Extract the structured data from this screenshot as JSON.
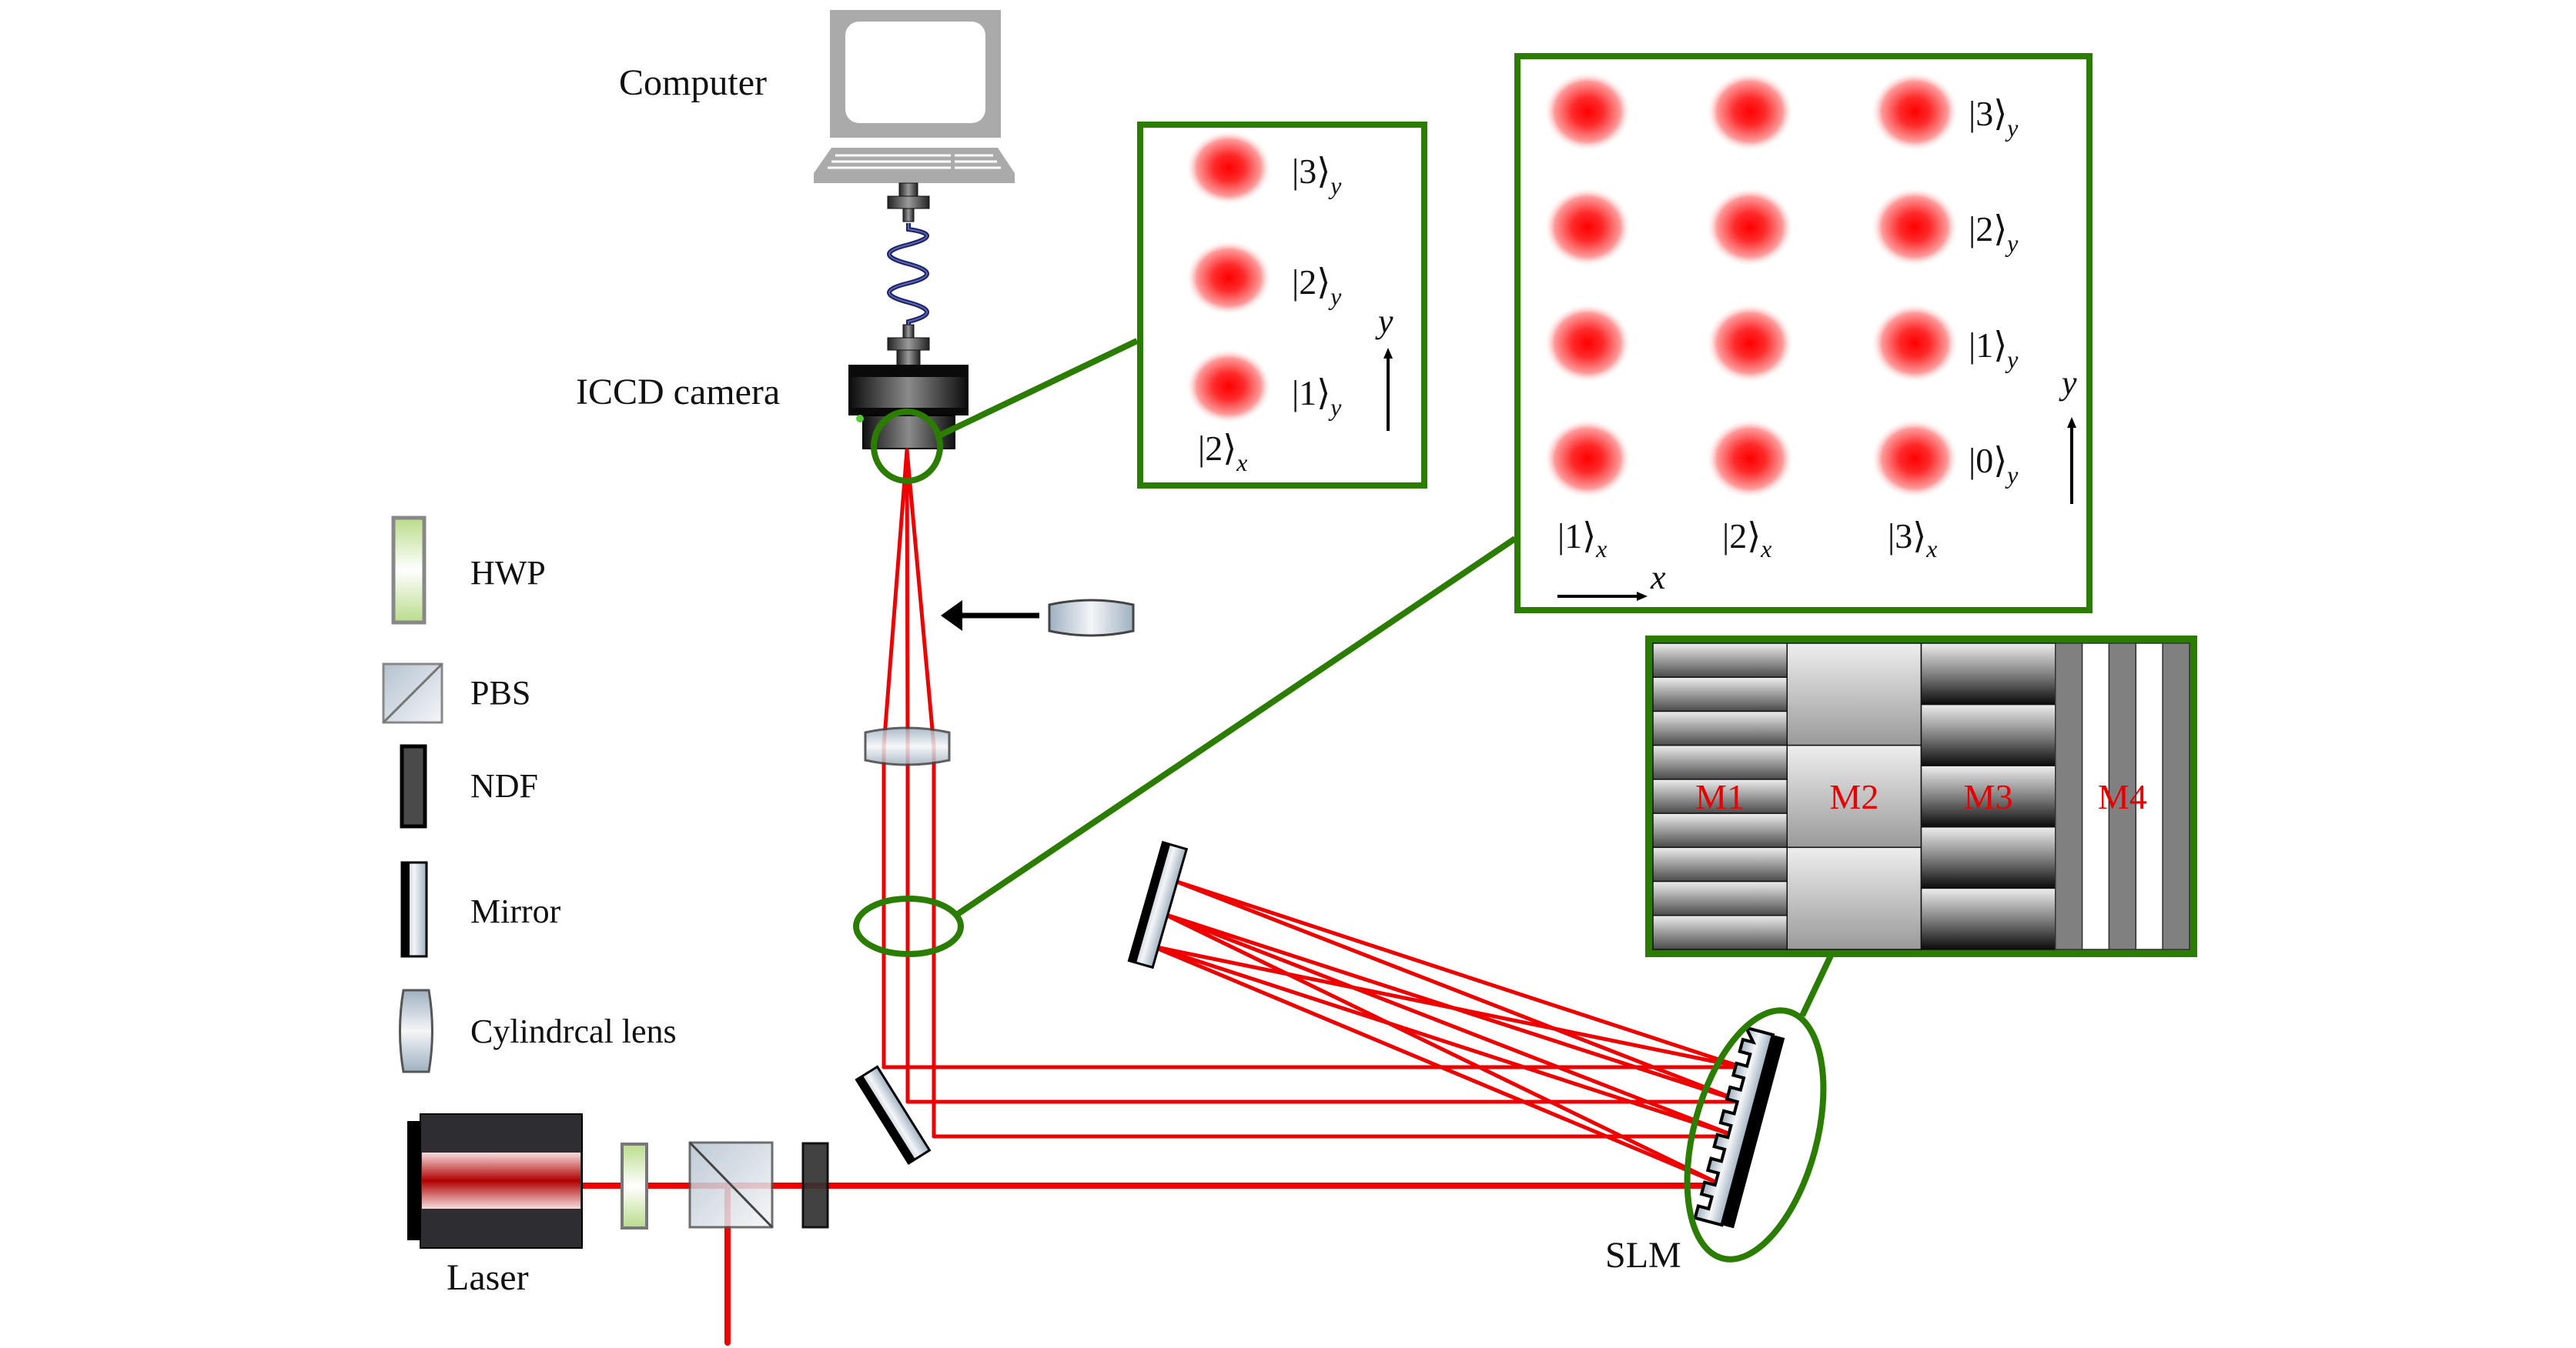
{
  "colors": {
    "beam": "#ee0000",
    "zoom_frame": "#2a7d00",
    "spot": "#ff0000",
    "mask_label": "#e80000"
  },
  "labels": {
    "computer": "Computer",
    "camera": "ICCD camera",
    "laser": "Laser",
    "slm": "SLM"
  },
  "legend": [
    {
      "key": "hwp",
      "icon": "half-wave-plate-icon",
      "label": "HWP"
    },
    {
      "key": "pbs",
      "icon": "polarizing-beam-splitter-icon",
      "label": "PBS"
    },
    {
      "key": "ndf",
      "icon": "neutral-density-filter-icon",
      "label": "NDF"
    },
    {
      "key": "mirror",
      "icon": "mirror-icon",
      "label": "Mirror"
    },
    {
      "key": "lens",
      "icon": "cylindrical-lens-icon",
      "label": "Cylindrcal lens"
    }
  ],
  "camera_inset": {
    "spots_y_labels": [
      "|3⟩",
      "|2⟩",
      "|1⟩"
    ],
    "y_subscript": "y",
    "x_label": "|2⟩",
    "x_subscript": "x",
    "axis_label": "y"
  },
  "grid_inset": {
    "rows": [
      "|3⟩",
      "|2⟩",
      "|1⟩",
      "|0⟩"
    ],
    "row_subscript": "y",
    "cols": [
      "|1⟩",
      "|2⟩",
      "|3⟩"
    ],
    "col_subscript": "x",
    "x_axis_label": "x",
    "y_axis_label": "y"
  },
  "slm_inset": {
    "masks": [
      {
        "label": "M1",
        "segments": 9,
        "style": "gradient"
      },
      {
        "label": "M2",
        "segments": 3,
        "style": "gradient-light"
      },
      {
        "label": "M3",
        "segments": 5,
        "style": "gradient-dark"
      },
      {
        "label": "M4",
        "segments": 5,
        "style": "binary-stripes"
      }
    ]
  }
}
